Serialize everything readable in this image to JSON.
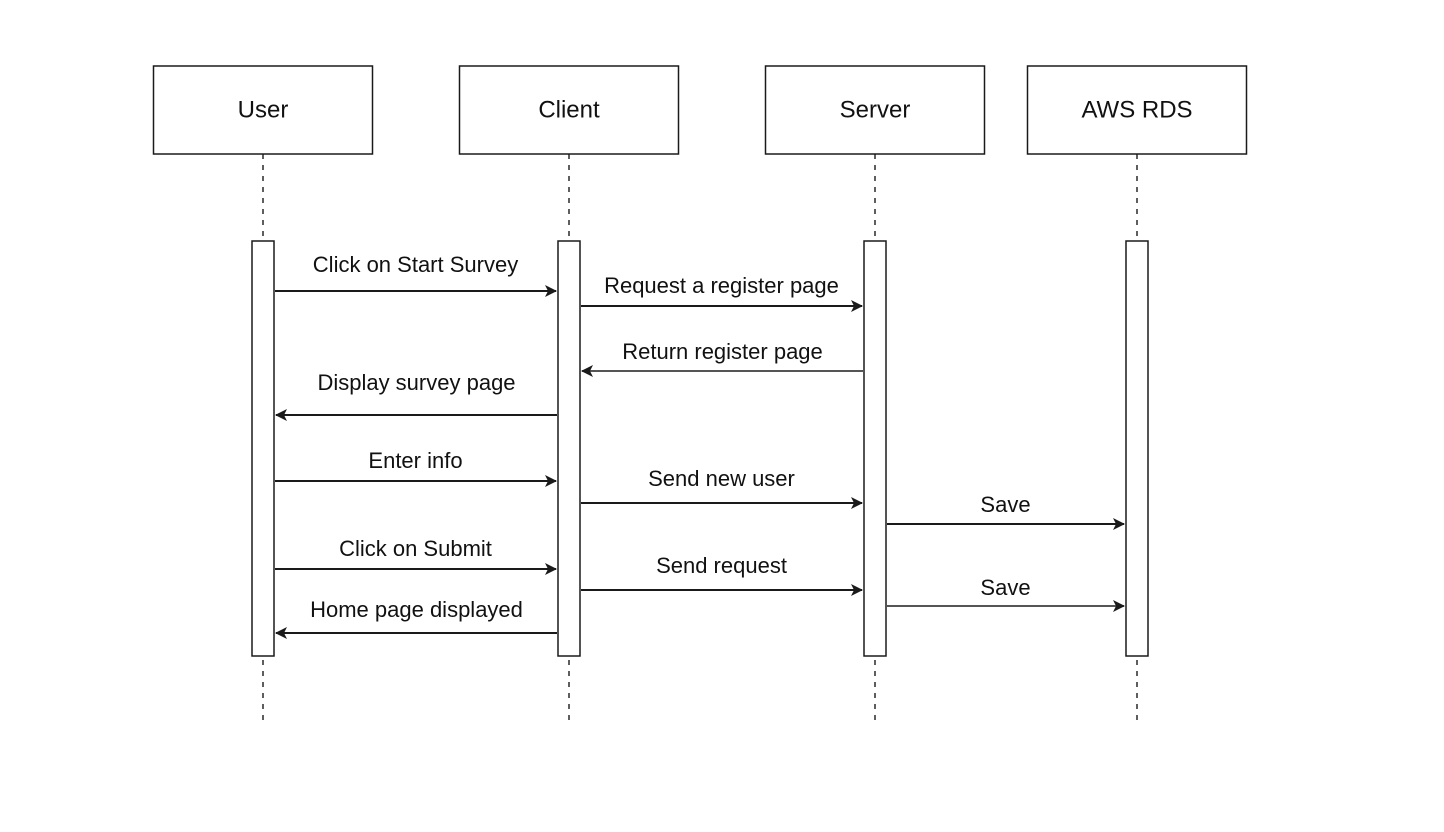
{
  "diagram": {
    "type": "sequence",
    "participants": [
      {
        "id": "user",
        "label": "User"
      },
      {
        "id": "client",
        "label": "Client"
      },
      {
        "id": "server",
        "label": "Server"
      },
      {
        "id": "rds",
        "label": "AWS RDS"
      }
    ],
    "messages": [
      {
        "from": "user",
        "to": "client",
        "label": "Click  on Start Survey"
      },
      {
        "from": "client",
        "to": "server",
        "label": "Request a register page"
      },
      {
        "from": "server",
        "to": "client",
        "label": "Return register page"
      },
      {
        "from": "client",
        "to": "user",
        "label": "Display survey page"
      },
      {
        "from": "user",
        "to": "client",
        "label": "Enter info"
      },
      {
        "from": "client",
        "to": "server",
        "label": "Send new user"
      },
      {
        "from": "server",
        "to": "rds",
        "label": "Save"
      },
      {
        "from": "user",
        "to": "client",
        "label": "Click on Submit"
      },
      {
        "from": "client",
        "to": "server",
        "label": "Send request"
      },
      {
        "from": "server",
        "to": "rds",
        "label": "Save"
      },
      {
        "from": "client",
        "to": "user",
        "label": "Home page displayed"
      }
    ],
    "colors": {
      "line": "#1a1a1a",
      "return_line": "#555555"
    }
  }
}
